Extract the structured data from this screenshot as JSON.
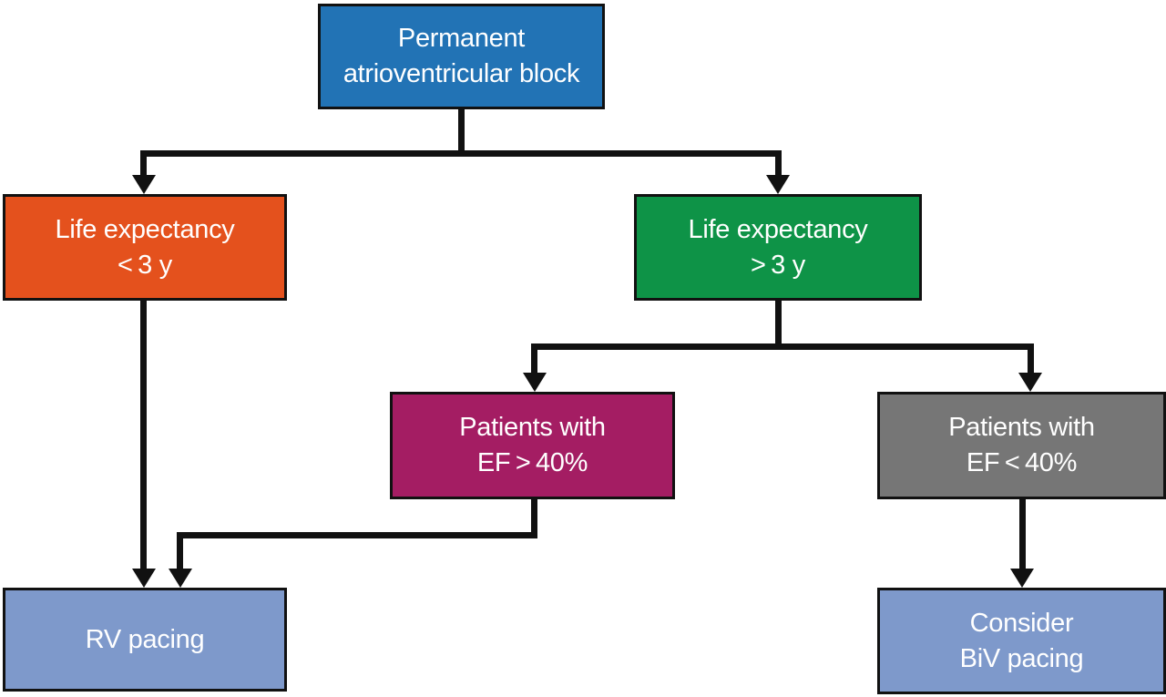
{
  "diagram_type": "flowchart",
  "colors": {
    "line": "#111111",
    "border": "#111111",
    "text": "#ffffff",
    "blue": "#2273b5",
    "orange": "#e4511d",
    "green": "#0e9347",
    "magenta": "#a41d63",
    "gray": "#767676",
    "light_blue": "#7e99cb"
  },
  "nodes": {
    "root": {
      "line1": "Permanent",
      "line2": "atrioventricular block",
      "fill": "#2273b5"
    },
    "life_lt3": {
      "line1": "Life expectancy",
      "line2": "< 3 y",
      "fill": "#e4511d"
    },
    "life_gt3": {
      "line1": "Life expectancy",
      "line2": "> 3 y",
      "fill": "#0e9347"
    },
    "ef_gt40": {
      "line1": "Patients with",
      "line2": "EF > 40%",
      "fill": "#a41d63"
    },
    "ef_lt40": {
      "line1": "Patients with",
      "line2": "EF < 40%",
      "fill": "#767676"
    },
    "rv_pacing": {
      "line1": "RV pacing",
      "fill": "#7e99cb"
    },
    "biv_pacing": {
      "line1": "Consider",
      "line2": "BiV pacing",
      "fill": "#7e99cb"
    }
  },
  "edges": [
    "root -> life_lt3",
    "root -> life_gt3",
    "life_lt3 -> rv_pacing",
    "life_gt3 -> ef_gt40",
    "life_gt3 -> ef_lt40",
    "ef_gt40 -> rv_pacing",
    "ef_lt40 -> biv_pacing"
  ]
}
